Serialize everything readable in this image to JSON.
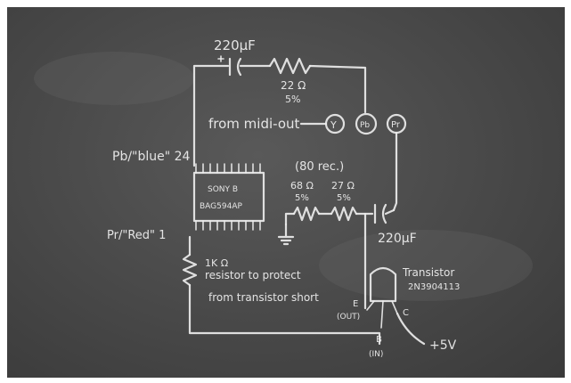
{
  "labels": {
    "cap_top": "220µF",
    "res_top": "22 Ω",
    "res_top_tol": "5%",
    "from_midi": "from midi-out",
    "node_y": "Y",
    "node_pb": "Pb",
    "node_pr": "Pr",
    "pb_blue": "Pb/\"blue\" 24",
    "pr_red": "Pr/\"Red\" 1",
    "chip_line1": "SONY B",
    "chip_line2": "BAG594AP",
    "note_80rec": "(80 rec.)",
    "res_68": "68 Ω",
    "res_68_tol": "5%",
    "res_27": "27 Ω",
    "res_27_tol": "5%",
    "cap_right": "220µF",
    "res_1k": "1K Ω",
    "note_line1": "resistor to protect",
    "note_line2": "from transistor short",
    "transistor": "Transistor",
    "transistor_part": "2N3904113",
    "pin_e": "E",
    "pin_e_note": "(OUT)",
    "pin_c": "C",
    "pin_b": "B",
    "pin_b_note": "(IN)",
    "supply": "+5V"
  }
}
